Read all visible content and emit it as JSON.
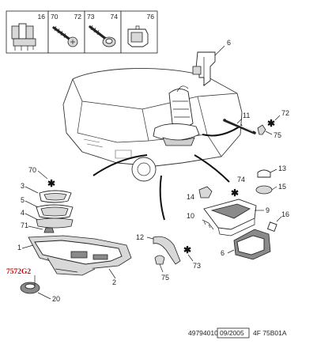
{
  "header_boxes": [
    {
      "label": "16",
      "icon": "connector-clip-icon"
    },
    {
      "label": "70",
      "label2": "72",
      "icon": "screw-icon"
    },
    {
      "label": "73",
      "label2": "74",
      "icon": "flange-screw-icon"
    },
    {
      "label": "76",
      "icon": "retainer-clip-icon"
    }
  ],
  "callouts": {
    "c6": "6",
    "c11": "11",
    "c72": "72",
    "c75a": "75",
    "c13": "13",
    "c15": "15",
    "c74": "74",
    "c14": "14",
    "c9": "9",
    "c10": "10",
    "c16": "16",
    "c6b": "6",
    "c12": "12",
    "c73": "73",
    "c75b": "75",
    "c70": "70",
    "c3": "3",
    "c5": "5",
    "c4": "4",
    "c71": "71",
    "c1": "1",
    "c2": "2",
    "c20": "20"
  },
  "red_label": "7572G2",
  "footer": {
    "code": "49794010",
    "date": "09/2005",
    "ref": "4F 75B01A"
  }
}
